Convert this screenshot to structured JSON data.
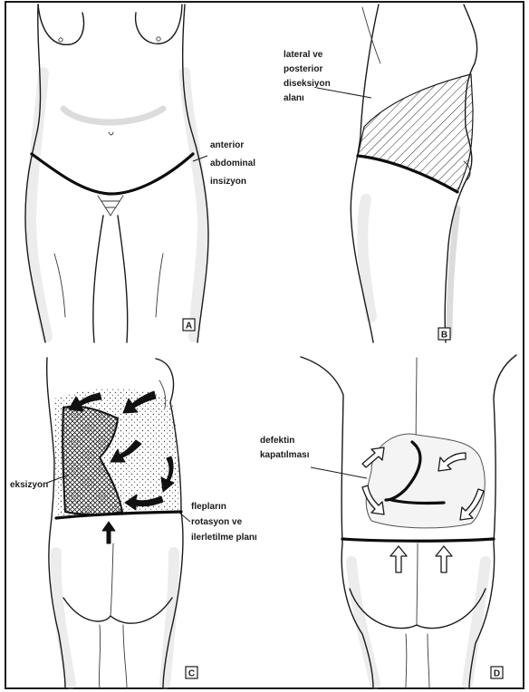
{
  "panels": [
    {
      "label": "A",
      "annotation": [
        "anterior",
        "abdominal",
        "insizyon"
      ]
    },
    {
      "label": "B",
      "annotation": [
        "lateral ve",
        "posterior",
        "diseksiyon",
        "alanı"
      ]
    },
    {
      "label": "C",
      "excision": [
        "eksizyon"
      ],
      "flaps": [
        "flepların",
        "rotasyon ve",
        "ilerletilme planı"
      ]
    },
    {
      "label": "D",
      "annotation": [
        "defektin",
        "kapatılması"
      ]
    }
  ]
}
